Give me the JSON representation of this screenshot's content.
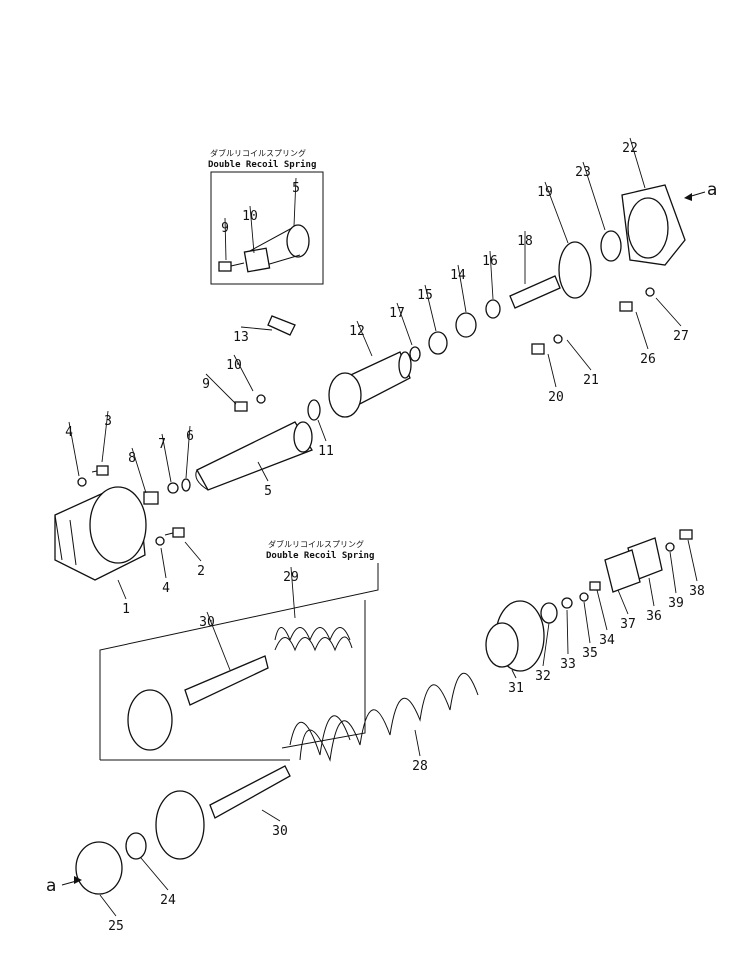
{
  "callouts": {
    "top": {
      "jp": "ダブルリコイルスプリング",
      "en": "Double Recoil Spring"
    },
    "bottom": {
      "jp": "ダブルリコイルスプリング",
      "en": "Double Recoil Spring"
    }
  },
  "view_marker": "a",
  "parts": [
    {
      "key": "p1",
      "num": "1"
    },
    {
      "key": "p2",
      "num": "2"
    },
    {
      "key": "p3",
      "num": "3"
    },
    {
      "key": "p4a",
      "num": "4"
    },
    {
      "key": "p4b",
      "num": "4"
    },
    {
      "key": "p5",
      "num": "5"
    },
    {
      "key": "p5c",
      "num": "5"
    },
    {
      "key": "p6",
      "num": "6"
    },
    {
      "key": "p7",
      "num": "7"
    },
    {
      "key": "p8",
      "num": "8"
    },
    {
      "key": "p9",
      "num": "9"
    },
    {
      "key": "p9c",
      "num": "9"
    },
    {
      "key": "p10",
      "num": "10"
    },
    {
      "key": "p10c",
      "num": "10"
    },
    {
      "key": "p11",
      "num": "11"
    },
    {
      "key": "p12",
      "num": "12"
    },
    {
      "key": "p13",
      "num": "13"
    },
    {
      "key": "p14",
      "num": "14"
    },
    {
      "key": "p15",
      "num": "15"
    },
    {
      "key": "p16",
      "num": "16"
    },
    {
      "key": "p17",
      "num": "17"
    },
    {
      "key": "p18",
      "num": "18"
    },
    {
      "key": "p19",
      "num": "19"
    },
    {
      "key": "p20",
      "num": "20"
    },
    {
      "key": "p21",
      "num": "21"
    },
    {
      "key": "p22",
      "num": "22"
    },
    {
      "key": "p23",
      "num": "23"
    },
    {
      "key": "p24",
      "num": "24"
    },
    {
      "key": "p25",
      "num": "25"
    },
    {
      "key": "p26",
      "num": "26"
    },
    {
      "key": "p27",
      "num": "27"
    },
    {
      "key": "p28",
      "num": "28"
    },
    {
      "key": "p29",
      "num": "29"
    },
    {
      "key": "p30a",
      "num": "30"
    },
    {
      "key": "p30b",
      "num": "30"
    },
    {
      "key": "p31",
      "num": "31"
    },
    {
      "key": "p32",
      "num": "32"
    },
    {
      "key": "p33",
      "num": "33"
    },
    {
      "key": "p34",
      "num": "34"
    },
    {
      "key": "p35",
      "num": "35"
    },
    {
      "key": "p36",
      "num": "36"
    },
    {
      "key": "p37",
      "num": "37"
    },
    {
      "key": "p38",
      "num": "38"
    },
    {
      "key": "p39",
      "num": "39"
    }
  ]
}
